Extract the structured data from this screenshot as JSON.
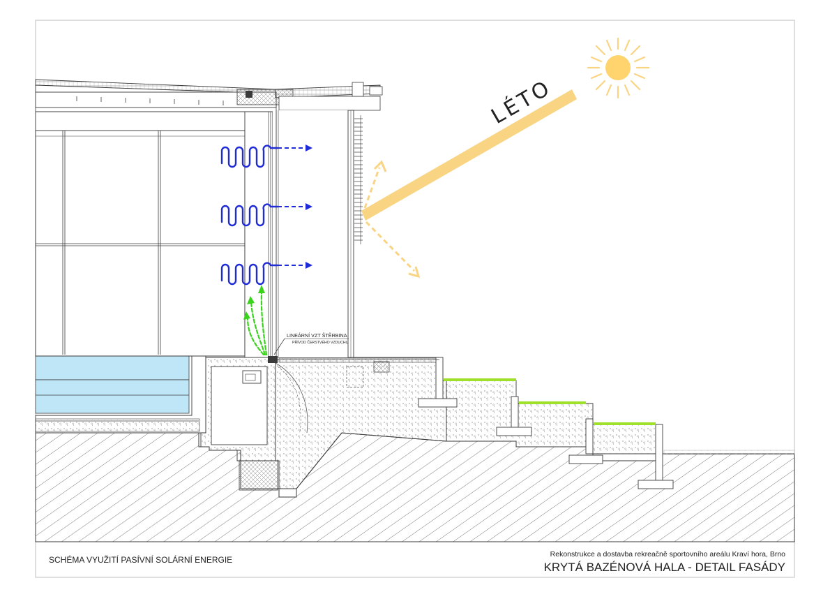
{
  "drawing": {
    "season_label": "LÉTO",
    "slot_label_line1": "LINEÁRNÍ VZT ŠTĚRBINA",
    "slot_label_line2": "PŘÍVOD ČERSTVÉHO VZDUCHU"
  },
  "title_block": {
    "left_title": "SCHÉMA VYUŽITÍ PASÍVNÍ SOLÁRNÍ ENERGIE",
    "project": "Rekonstrukce a dostavba rekreačně sportovního areálu Kraví hora, Brno",
    "sheet_title": "KRYTÁ BAZÉNOVÁ HALA - DETAIL FASÁDY"
  },
  "colors": {
    "sun": "#ffd46e",
    "sun_ray": "#f8d483",
    "heat": "#1f2bd6",
    "air": "#3ad21c",
    "water": "#bfe6f7",
    "grass": "#9fe02a",
    "line": "#3a3a3a"
  },
  "icons": {
    "sun": "sun-icon",
    "heat": "heat-wave-icon",
    "air": "fresh-air-arrow-icon"
  }
}
